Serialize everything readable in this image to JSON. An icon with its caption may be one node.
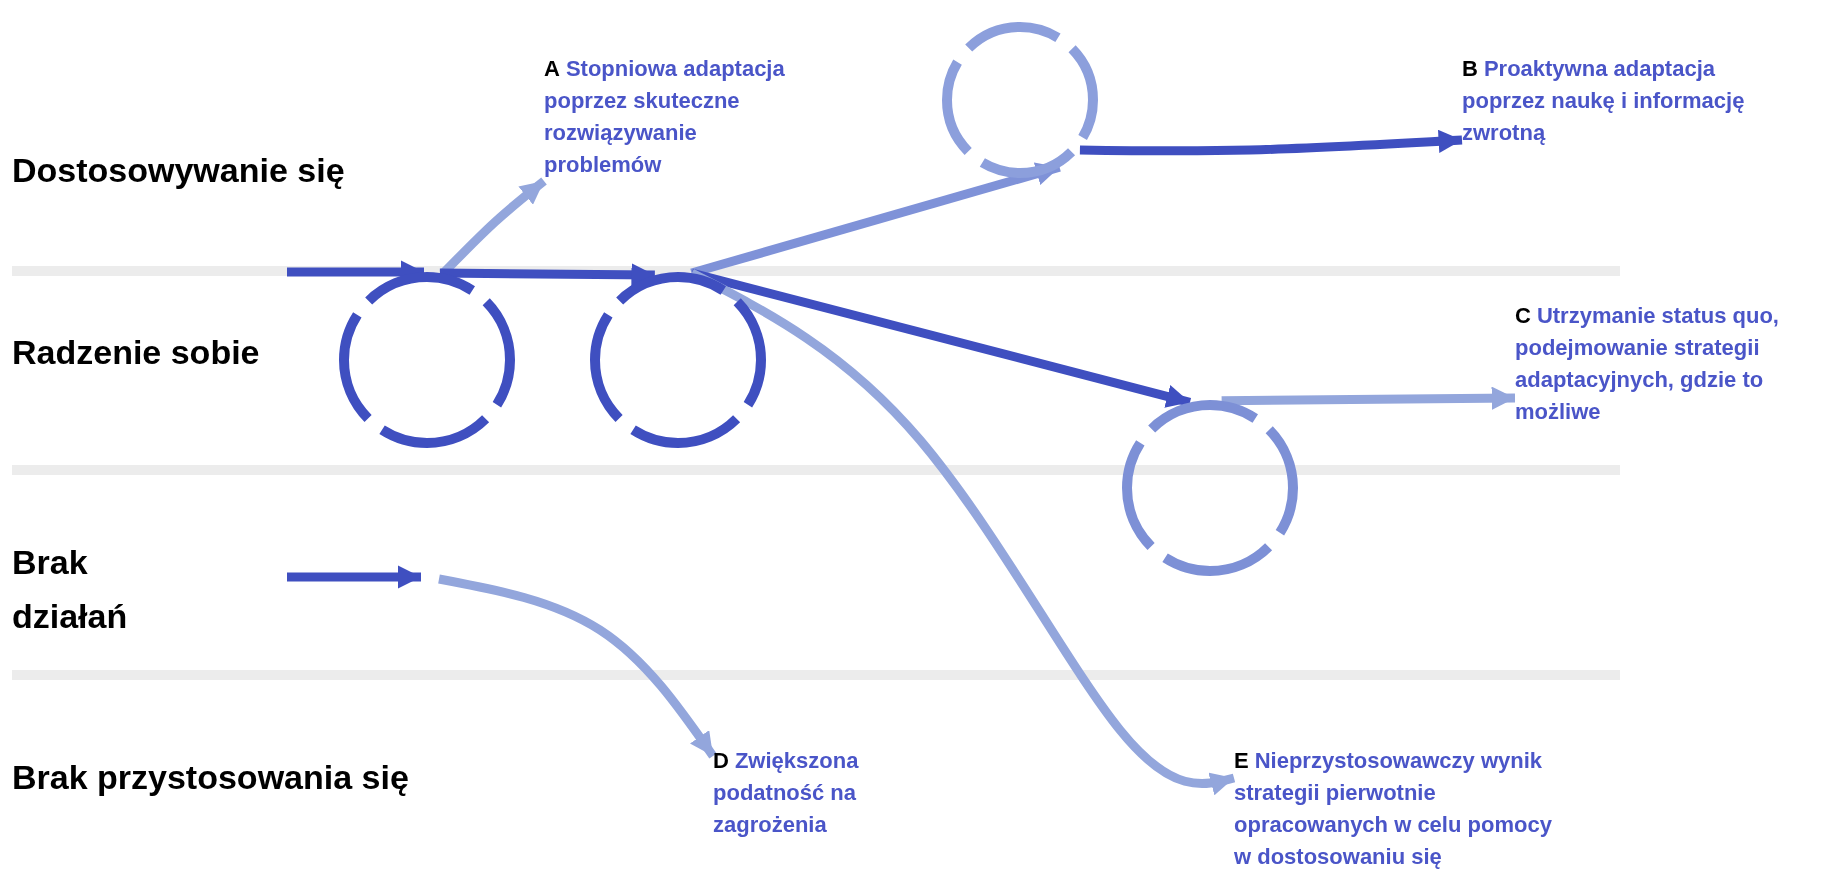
{
  "diagram": {
    "nodes": [
      {
        "text": [
          "A",
          "Stopniowa adaptacja poprzez skuteczne rozwiązywanie problemów"
        ]
      },
      {
        "text": [
          "B",
          "Proaktywna adaptacja poprzez naukę i informację  zwrotną"
        ]
      },
      {
        "text": [
          "C",
          "Utrzymanie status quo, podejmowanie strategii adaptacyjnych, gdzie to możliwe"
        ]
      },
      {
        "text": [
          "D",
          "Zwiększona podatność na zagrożenia"
        ]
      },
      {
        "text": [
          "E",
          "Nieprzystosowawczy wynik strategii pierwotnie opracowanych w celu pomocy w dostosowaniu się"
        ]
      },
      {
        "text": [],
        "shape": "circle"
      },
      {
        "text": [],
        "shape": "circle"
      },
      {
        "text": [],
        "shape": "circle"
      },
      {
        "text": [],
        "shape": "circle"
      }
    ],
    "edges": [
      {
        "from": null,
        "to": 5,
        "arrow": "to"
      },
      {
        "from": 5,
        "to": 0,
        "arrow": "to",
        "color": "#93a6dc"
      },
      {
        "from": 5,
        "to": 6,
        "arrow": "to"
      },
      {
        "from": 6,
        "to": 7,
        "arrow": "to",
        "color": "#7f92d8"
      },
      {
        "from": 7,
        "to": 1,
        "arrow": "to"
      },
      {
        "from": 6,
        "to": 8,
        "arrow": "to"
      },
      {
        "from": 8,
        "to": 2,
        "arrow": "to",
        "color": "#93a6dc"
      },
      {
        "from": 6,
        "to": 4,
        "arrow": "to",
        "color": "#93a6dc"
      },
      {
        "from": null,
        "to": 3,
        "arrow": "to",
        "color": "#93a6dc"
      }
    ],
    "labels": [
      "Dostosowywanie się",
      "Radzenie sobie",
      "Brak działań",
      "Brak przystosowania się"
    ]
  }
}
